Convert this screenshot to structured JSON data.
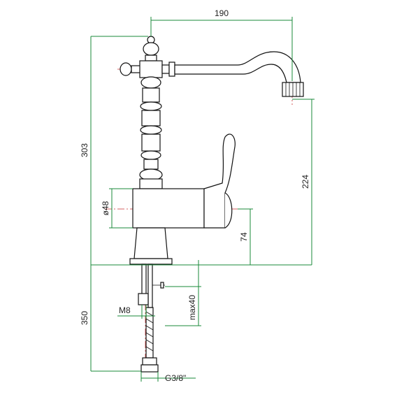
{
  "dimensions": {
    "spout_reach": "190",
    "total_height": "303",
    "spout_height": "224",
    "body_diameter": "ø48",
    "lever_height": "74",
    "hose_length": "350",
    "stud_thread": "M8",
    "max_deck": "max40",
    "hose_thread": "G3/8\""
  },
  "colors": {
    "dimension_lines": "#1a8a3a",
    "outline": "#111111",
    "center_lines": "#c83030"
  }
}
